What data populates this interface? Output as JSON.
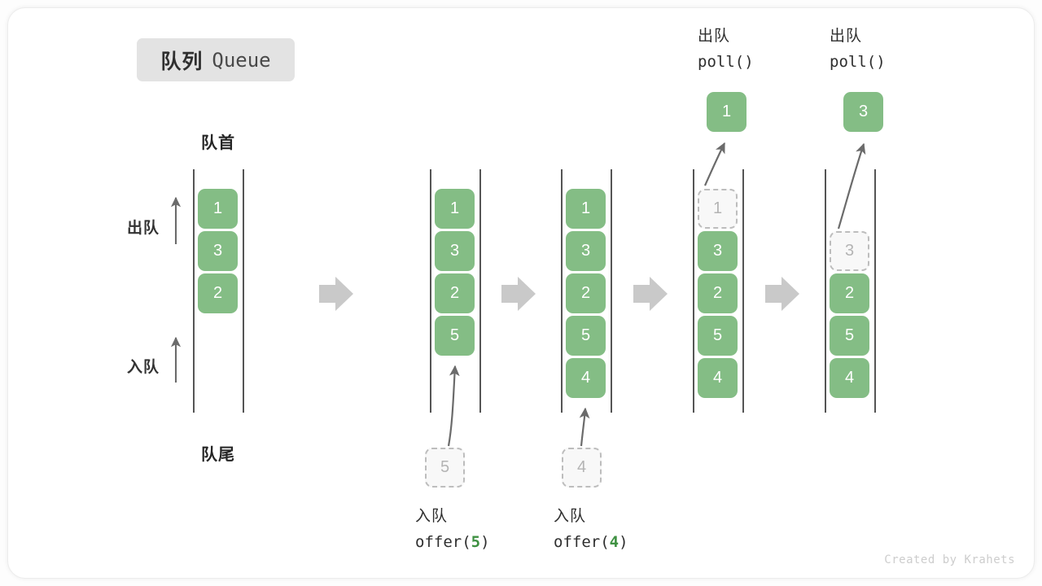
{
  "title": {
    "cn": "队列",
    "en": "Queue"
  },
  "captions": {
    "head": "队首",
    "tail": "队尾"
  },
  "side_labels": {
    "dequeue": "出队",
    "enqueue": "入队"
  },
  "watermark": "Created by Krahets",
  "colors": {
    "element_green": "#84bd85",
    "accent_green": "#3f9142",
    "ghost_fill": "#f8f8f8",
    "ghost_border": "#bdbdbd",
    "rail": "#555555",
    "arrow_gray": "#6b6b6b",
    "step_arrow": "#c9c9c9",
    "badge_bg": "#e3e3e3",
    "card_bg": "#ffffff"
  },
  "panels": [
    {
      "id": "initial",
      "items": [
        {
          "value": "1",
          "state": "filled"
        },
        {
          "value": "3",
          "state": "filled"
        },
        {
          "value": "2",
          "state": "filled"
        }
      ],
      "op": null,
      "popped": null
    },
    {
      "id": "after-offer-5",
      "items": [
        {
          "value": "1",
          "state": "filled"
        },
        {
          "value": "3",
          "state": "filled"
        },
        {
          "value": "2",
          "state": "filled"
        },
        {
          "value": "5",
          "state": "filled"
        }
      ],
      "op": {
        "position": "bottom",
        "line1": "入队",
        "fn": "offer(",
        "arg": "5",
        "fn_end": ")",
        "ghost": "5"
      },
      "popped": null
    },
    {
      "id": "after-offer-4",
      "items": [
        {
          "value": "1",
          "state": "filled"
        },
        {
          "value": "3",
          "state": "filled"
        },
        {
          "value": "2",
          "state": "filled"
        },
        {
          "value": "5",
          "state": "filled"
        },
        {
          "value": "4",
          "state": "filled"
        }
      ],
      "op": {
        "position": "bottom",
        "line1": "入队",
        "fn": "offer(",
        "arg": "4",
        "fn_end": ")",
        "ghost": "4"
      },
      "popped": null
    },
    {
      "id": "after-poll-1",
      "items": [
        {
          "value": "1",
          "state": "ghost"
        },
        {
          "value": "3",
          "state": "filled"
        },
        {
          "value": "2",
          "state": "filled"
        },
        {
          "value": "5",
          "state": "filled"
        },
        {
          "value": "4",
          "state": "filled"
        }
      ],
      "op": {
        "position": "top",
        "line1": "出队",
        "fn": "poll(",
        "arg": "",
        "fn_end": ")",
        "ghost": null
      },
      "popped": {
        "value": "1"
      }
    },
    {
      "id": "after-poll-3",
      "items": [
        {
          "value": "",
          "state": "empty"
        },
        {
          "value": "3",
          "state": "ghost"
        },
        {
          "value": "2",
          "state": "filled"
        },
        {
          "value": "5",
          "state": "filled"
        },
        {
          "value": "4",
          "state": "filled"
        }
      ],
      "op": {
        "position": "top",
        "line1": "出队",
        "fn": "poll(",
        "arg": "",
        "fn_end": ")",
        "ghost": null
      },
      "popped": {
        "value": "3"
      }
    }
  ],
  "step_arrows": [
    {
      "name": "step-arrow-1"
    },
    {
      "name": "step-arrow-2"
    },
    {
      "name": "step-arrow-3"
    },
    {
      "name": "step-arrow-4"
    }
  ]
}
